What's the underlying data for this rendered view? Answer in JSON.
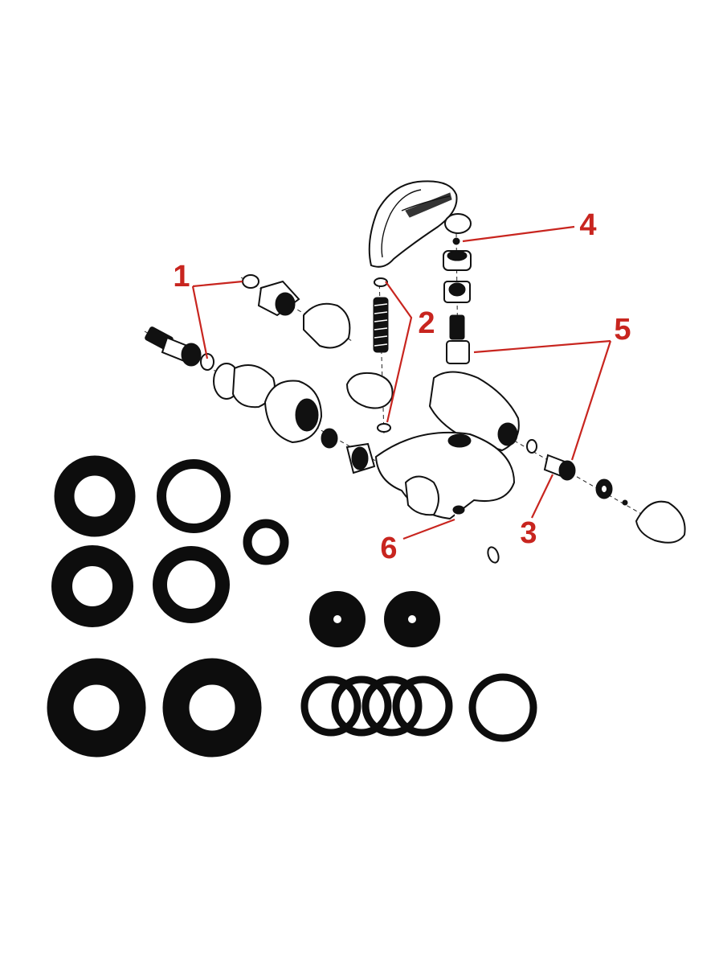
{
  "diagram": {
    "callouts": [
      {
        "id": "1",
        "label": "1"
      },
      {
        "id": "2",
        "label": "2"
      },
      {
        "id": "3",
        "label": "3"
      },
      {
        "id": "4",
        "label": "4"
      },
      {
        "id": "5",
        "label": "5"
      },
      {
        "id": "6",
        "label": "6"
      }
    ],
    "colors": {
      "callout": "#c8251f",
      "line_art": "#111111",
      "seal": "#0d0d0d",
      "background": "#ffffff"
    }
  }
}
